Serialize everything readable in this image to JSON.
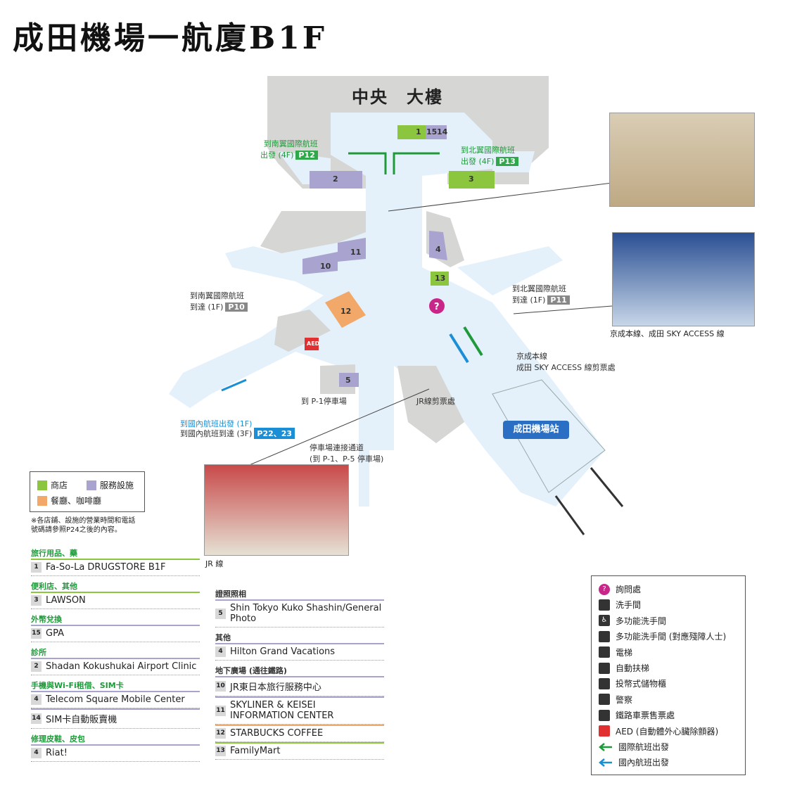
{
  "title": "成田機場一航廈B1F",
  "map": {
    "building_label": "中央　大樓",
    "to_south_intl_departure": "到南翼國際航班\n出發 (4F)",
    "tag_p12": "P12",
    "to_north_intl_departure": "到北翼國際航班\n出發 (4F)",
    "tag_p13": "P13",
    "to_south_intl_arrival": "到南翼國際航班\n到達 (1F)",
    "tag_p10": "P10",
    "to_north_intl_arrival": "到北翼國際航班\n到達 (1F)",
    "tag_p11": "P11",
    "domestic_departure": "到國內航班出發 (1F)",
    "domestic_arrival": "到國內航班到達 (3F)",
    "tag_p22_23": "P22、23",
    "to_p1_parking": "到 P-1停車場",
    "jr_ticket_gate": "JR線剪票處",
    "keisei_gate": "京成本線\n成田 SKY ACCESS 線剪票處",
    "parking_passage": "停車場連接通道\n(到 P-1、P-5 停車場)",
    "station": "成田機場站",
    "photo_keisei_caption": "京成本線、成田 SKY ACCESS 線",
    "photo_jr_caption": "JR 線",
    "aed": "AED",
    "room_numbers": [
      "1",
      "15",
      "14",
      "2",
      "3",
      "11",
      "10",
      "4",
      "13",
      "12",
      "5"
    ]
  },
  "legend": {
    "shop": "商店",
    "service": "服務設施",
    "dining": "餐廳、咖啡廳",
    "colors": {
      "shop": "#8cc63f",
      "service": "#a9a4cf",
      "dining": "#f2a868"
    }
  },
  "note": "※各店鋪、設施的營業時間和電話\n號碼請參照P24之後的內容。",
  "directory_left": [
    {
      "category": "旅行用品、藥",
      "items": [
        {
          "num": "1",
          "name": "Fa-So-La DRUGSTORE B1F",
          "color": "#8cc63f"
        }
      ]
    },
    {
      "category": "便利店、其他",
      "items": [
        {
          "num": "3",
          "name": "LAWSON",
          "color": "#8cc63f"
        }
      ]
    },
    {
      "category": "外幣兌換",
      "items": [
        {
          "num": "15",
          "name": "GPA",
          "color": "#a9a4cf"
        }
      ]
    },
    {
      "category": "診所",
      "items": [
        {
          "num": "2",
          "name": "Shadan Kokushukai Airport Clinic",
          "color": "#a9a4cf"
        }
      ]
    },
    {
      "category": "手機與Wi-Fi租借、SIM卡",
      "items": [
        {
          "num": "4",
          "name": "Telecom Square Mobile Center",
          "color": "#a9a4cf"
        },
        {
          "num": "14",
          "name": "SIM卡自動販賣機",
          "color": "#a9a4cf"
        }
      ]
    },
    {
      "category": "修理皮鞋、皮包",
      "items": [
        {
          "num": "4",
          "name": "Riat!",
          "color": "#a9a4cf"
        }
      ]
    }
  ],
  "directory_right": [
    {
      "category": "證照照相",
      "items": [
        {
          "num": "5",
          "name": "Shin Tokyo Kuko Shashin/General Photo",
          "color": "#a9a4cf"
        }
      ]
    },
    {
      "category": "其他",
      "items": [
        {
          "num": "4",
          "name": "Hilton Grand Vacations",
          "color": "#a9a4cf"
        }
      ]
    },
    {
      "category": "地下廣場 (通往鐵路)",
      "items": [
        {
          "num": "10",
          "name": "JR東日本旅行服務中心",
          "color": "#a9a4cf"
        },
        {
          "num": "11",
          "name": "SKYLINER & KEISEI\nINFORMATION CENTER",
          "color": "#a9a4cf"
        },
        {
          "num": "12",
          "name": "STARBUCKS COFFEE",
          "color": "#f2a868"
        },
        {
          "num": "13",
          "name": "FamilyMart",
          "color": "#8cc63f"
        }
      ]
    }
  ],
  "symbols": [
    {
      "icon": "info-icon",
      "glyph": "?",
      "label": "詢問處",
      "color": "#c9268a"
    },
    {
      "icon": "restroom-icon",
      "glyph": "",
      "label": "洗手間",
      "color": "#333333"
    },
    {
      "icon": "accessible-restroom-icon",
      "glyph": "♿",
      "label": "多功能洗手間",
      "color": "#333333"
    },
    {
      "icon": "ostomate-restroom-icon",
      "glyph": "",
      "label": "多功能洗手間 (對應殘障人士)",
      "color": "#333333"
    },
    {
      "icon": "elevator-icon",
      "glyph": "",
      "label": "電梯",
      "color": "#333333"
    },
    {
      "icon": "escalator-icon",
      "glyph": "",
      "label": "自動扶梯",
      "color": "#333333"
    },
    {
      "icon": "locker-icon",
      "glyph": "",
      "label": "投幣式儲物櫃",
      "color": "#333333"
    },
    {
      "icon": "police-icon",
      "glyph": "",
      "label": "警察",
      "color": "#333333"
    },
    {
      "icon": "train-ticket-icon",
      "glyph": "",
      "label": "鐵路車票售票處",
      "color": "#333333"
    },
    {
      "icon": "aed-icon",
      "glyph": "",
      "label": "AED (自動體外心臟除顫器)",
      "color": "#e03030"
    },
    {
      "icon": "green-arrow-icon",
      "glyph": "",
      "label": "國際航班出發",
      "color": "#1f9a3a"
    },
    {
      "icon": "blue-arrow-icon",
      "glyph": "",
      "label": "國內航班出發",
      "color": "#1a8fd6"
    }
  ]
}
